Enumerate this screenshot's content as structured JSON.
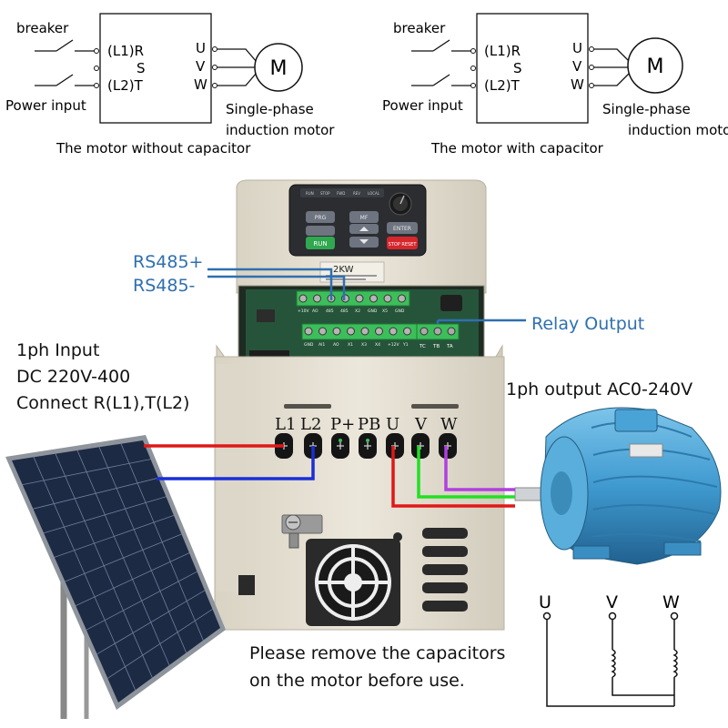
{
  "schematic_left": {
    "breaker": "breaker",
    "power_input": "Power input",
    "r": "(L1)R",
    "s": "S",
    "t": "(L2)T",
    "u": "U",
    "v": "V",
    "w": "W",
    "motor_symbol": "M",
    "motor_label_1": "Single-phase",
    "motor_label_2": "induction motor",
    "caption": "The motor without capacitor"
  },
  "schematic_right": {
    "breaker": "breaker",
    "power_input": "Power input",
    "r": "(L1)R",
    "s": "S",
    "t": "(L2)T",
    "u": "U",
    "v": "V",
    "w": "W",
    "motor_symbol": "M",
    "motor_label_1": "Single-phase",
    "motor_label_2": "induction motor",
    "caption": "The motor with capacitor"
  },
  "inverter": {
    "panel_buttons": [
      "PRG",
      "MF",
      "ENTER",
      "RUN",
      "STOP RESET"
    ],
    "rating": "2KW",
    "terminal_labels": [
      "L1",
      "L2",
      "P+",
      "PB",
      "U",
      "V",
      "W"
    ],
    "control_top_row": [
      "+10V",
      "AO",
      "485",
      "485",
      "X2",
      "GND",
      "X5",
      "GND"
    ],
    "control_bottom_row": [
      "GND",
      "AI1",
      "AO",
      "X1",
      "X3",
      "X4",
      "+12V",
      "Y1"
    ],
    "relay_terminals": [
      "TC",
      "TB",
      "TA"
    ]
  },
  "callouts": {
    "rs485_plus": "RS485+",
    "rs485_minus": "RS485-",
    "relay_output": "Relay Output",
    "input_line_1": "1ph Input",
    "input_line_2": "DC 220V-400",
    "input_line_3": "Connect R(L1),T(L2)",
    "output_label": "1ph output AC0-240V",
    "note_line_1": "Please remove the capacitors",
    "note_line_2": "on the motor before use."
  },
  "winding_diagram": {
    "u": "U",
    "v": "V",
    "w": "W"
  },
  "colors": {
    "callout_blue": "#2f6fb0",
    "wire_red": "#e01818",
    "wire_blue": "#1a2fd8",
    "wire_green": "#22e022",
    "wire_purple": "#b040e0",
    "motor_blue": "#3f9ad0",
    "inverter_body": "#e4dfd2",
    "terminal_green": "#3cbf5a"
  }
}
